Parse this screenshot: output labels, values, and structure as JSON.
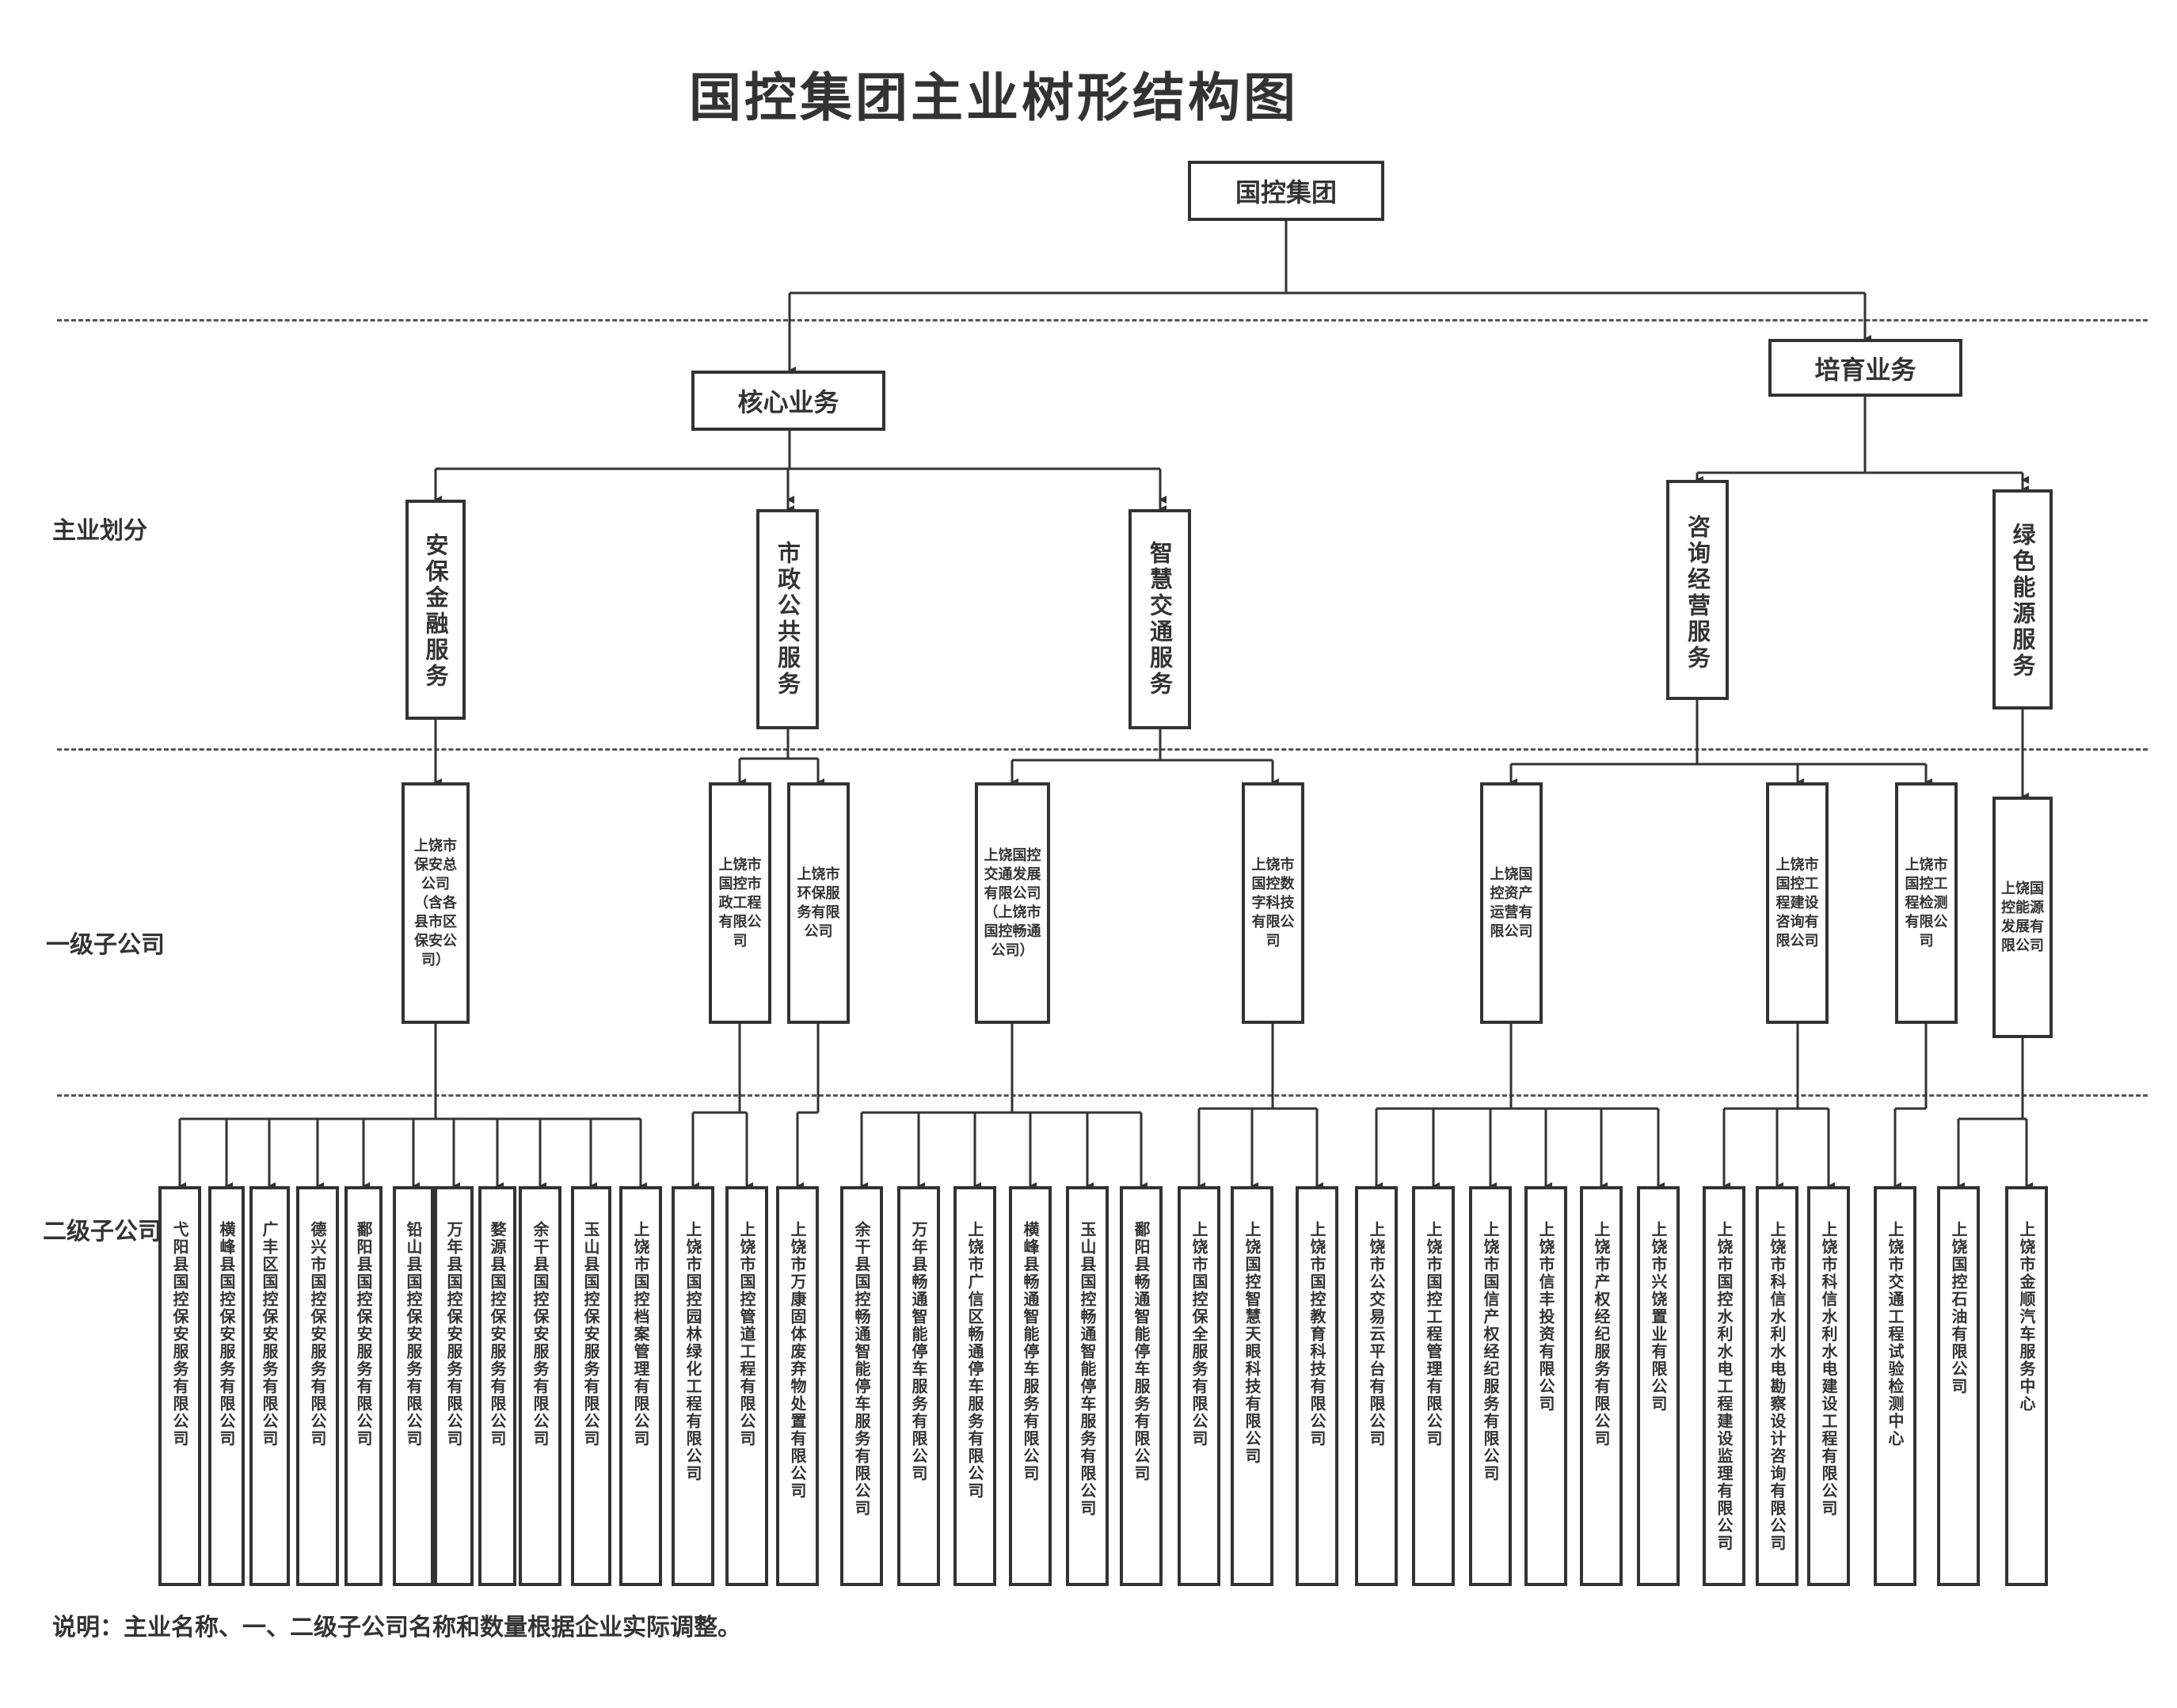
{
  "title": "国控集团主业树形结构图",
  "root": "国控集团",
  "row_labels": {
    "main": "主业划分",
    "level1": "一级子公司",
    "level2": "二级子公司"
  },
  "groups": [
    {
      "name": "核心业务",
      "segments": [
        {
          "name": "安保金融服务",
          "level1": [
            {
              "name": "上饶市保安总公司（含各县市区保安公司）",
              "level2": [
                "弋阳县国控保安服务有限公司",
                "横峰县国控保安服务有限公司",
                "广丰区国控保安服务有限公司",
                "德兴市国控保安服务有限公司",
                "鄱阳县国控保安服务有限公司",
                "铅山县国控保安服务有限公司",
                "万年县国控保安服务有限公司",
                "婺源县国控保安服务有限公司",
                "余干县国控保安服务有限公司",
                "玉山县国控保安服务有限公司",
                "上饶市国控档案管理有限公司"
              ]
            }
          ]
        },
        {
          "name": "市政公共服务",
          "level1": [
            {
              "name": "上饶市国控市政工程有限公司",
              "level2": [
                "上饶市国控园林绿化工程有限公司",
                "上饶市国控管道工程有限公司"
              ]
            },
            {
              "name": "上饶市环保服务有限公司",
              "level2": [
                "上饶市万康固体废弃物处置有限公司"
              ]
            }
          ]
        },
        {
          "name": "智慧交通服务",
          "level1": [
            {
              "name": "上饶国控交通发展有限公司（上饶市国控畅通公司）",
              "level2": [
                "余干县国控畅通智能停车服务有限公司",
                "万年县畅通智能停车服务有限公司",
                "上饶市广信区畅通停车服务有限公司",
                "横峰县畅通智能停车服务有限公司",
                "玉山县国控畅通智能停车服务有限公司",
                "鄱阳县畅通智能停车服务有限公司"
              ]
            },
            {
              "name": "上饶市国控数字科技有限公司",
              "level2": [
                "上饶市国控保全服务有限公司",
                "上饶国控智慧天眼科技有限公司",
                "上饶市国控教育科技有限公司"
              ]
            }
          ]
        }
      ]
    },
    {
      "name": "培育业务",
      "segments": [
        {
          "name": "咨询经营服务",
          "level1": [
            {
              "name": "上饶国控资产运营有限公司",
              "level2": [
                "上饶市公交易云平台有限公司",
                "上饶市国控工程管理有限公司",
                "上饶市国信产权经纪服务有限公司",
                "上饶市信丰投资有限公司",
                "上饶市产权经纪服务有限公司",
                "上饶市兴饶置业有限公司"
              ]
            },
            {
              "name": "上饶市国控工程建设咨询有限公司",
              "level2": [
                "上饶市国控水利水电工程建设监理有限公司",
                "上饶市科信水利水电勘察设计咨询有限公司",
                "上饶市科信水利水电建设工程有限公司"
              ]
            },
            {
              "name": "上饶市国控工程检测有限公司",
              "level2": [
                "上饶市交通工程试验检测中心"
              ]
            }
          ]
        },
        {
          "name": "绿色能源服务",
          "level1": [
            {
              "name": "上饶国控能源发展有限公司",
              "level2": [
                "上饶国控石油有限公司",
                "上饶市金顺汽车服务中心"
              ]
            }
          ]
        }
      ]
    }
  ],
  "note": "说明：主业名称、一、二级子公司名称和数量根据企业实际调整。"
}
